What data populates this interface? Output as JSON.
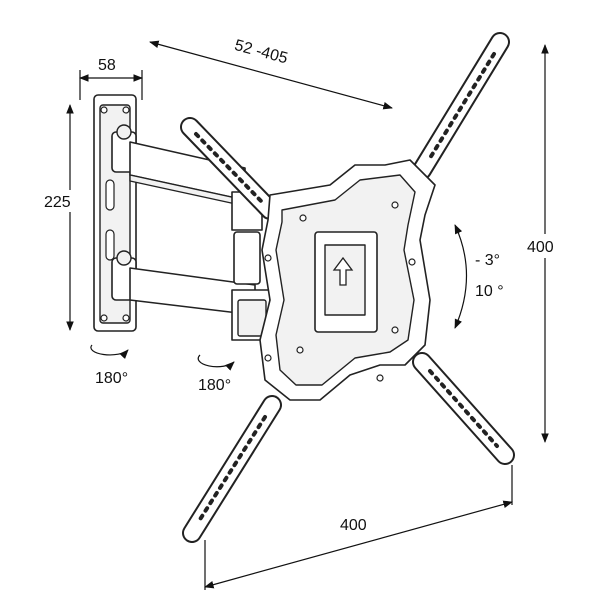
{
  "dimensions": {
    "wall_plate_depth": "58",
    "arm_extension": "52 -405",
    "wall_plate_height": "225",
    "vesa_vertical": "400",
    "vesa_horizontal": "400"
  },
  "tilt": {
    "up": "- 3°",
    "down": "10 °"
  },
  "swivel": {
    "wall_joint": "180°",
    "arm_joint": "180°"
  }
}
